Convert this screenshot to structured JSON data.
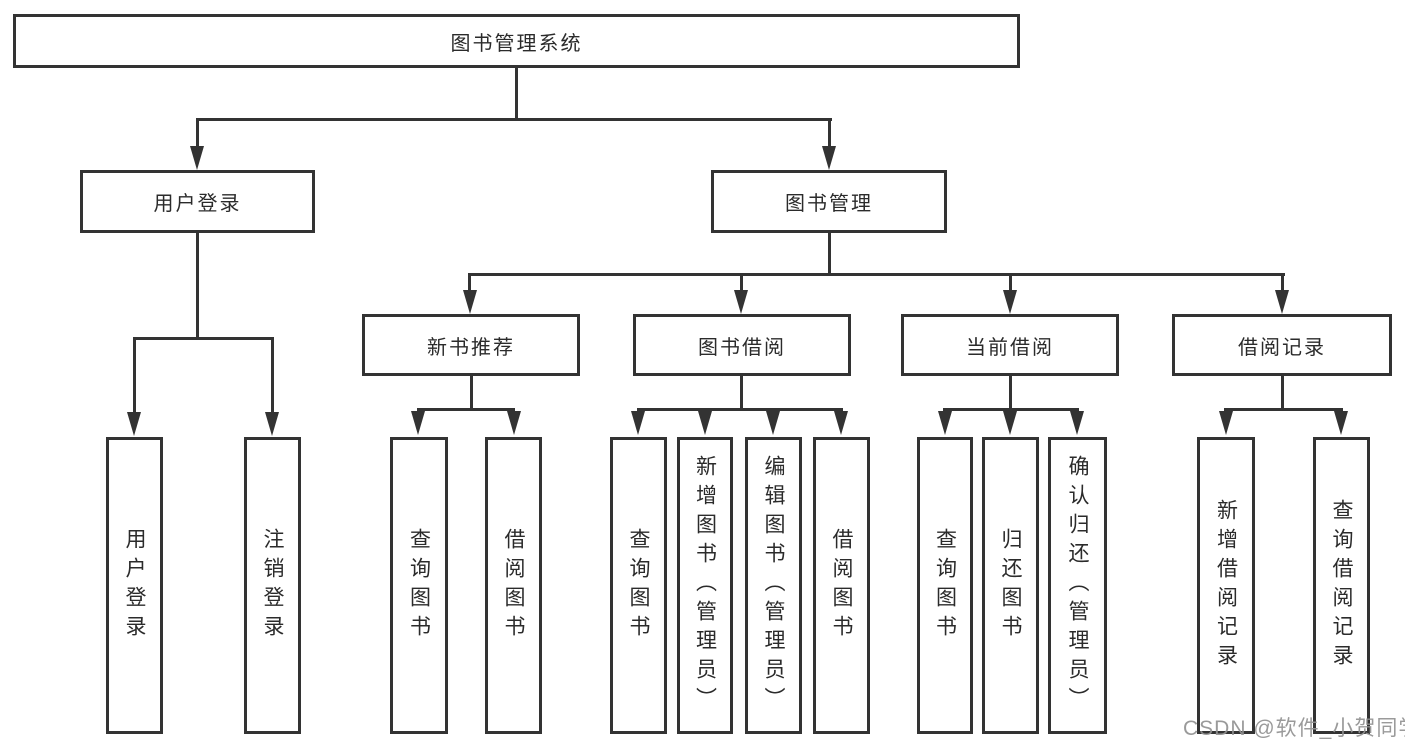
{
  "root": {
    "label": "图书管理系统"
  },
  "level2": {
    "user_login": "用户登录",
    "book_mgmt": "图书管理"
  },
  "level3": {
    "recommend": "新书推荐",
    "borrow": "图书借阅",
    "current": "当前借阅",
    "records": "借阅记录"
  },
  "leaves": {
    "login": [
      "用户登录",
      "注销登录"
    ],
    "recommend": [
      "查询图书",
      "借阅图书"
    ],
    "borrow": [
      "查询图书",
      "新增图书（管理员）",
      "编辑图书（管理员）",
      "借阅图书"
    ],
    "current": [
      "查询图书",
      "归还图书",
      "确认归还（管理员）"
    ],
    "records": [
      "新增借阅记录",
      "查询借阅记录"
    ]
  },
  "watermark": "CSDN @软件_小贺同学",
  "colors": {
    "line": "#333333",
    "text": "#2b2b2b",
    "background": "#ffffff",
    "watermark": "#919191"
  }
}
